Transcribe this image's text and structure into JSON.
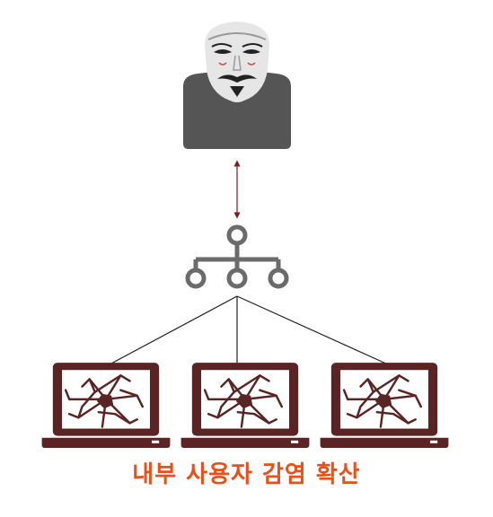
{
  "caption": "내부 사용자 감염 확산",
  "colors": {
    "caption": "#e8501c",
    "attacker_body": "#555555",
    "mask": "#e6e6e6",
    "hub": "#6b6b6b",
    "laptop": "#5a2424",
    "arrow": "#7a1f1f",
    "connector": "#222222"
  },
  "icons": {
    "attacker": "anonymous-hacker-icon",
    "hub": "network-hub-icon",
    "laptop": "broken-screen-laptop-icon"
  },
  "laptops": [
    {
      "name": "laptop-1"
    },
    {
      "name": "laptop-2"
    },
    {
      "name": "laptop-3"
    }
  ]
}
